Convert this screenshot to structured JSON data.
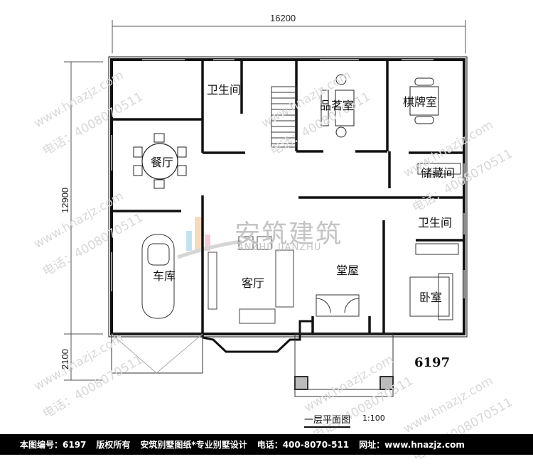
{
  "drawing": {
    "title": "一层平面图",
    "scale": "1:100",
    "plan_number": "6197"
  },
  "dimensions": {
    "total_width": "16200",
    "main_depth": "12900",
    "porch_depth": "2100"
  },
  "rooms": {
    "bathroom_1": "卫生间",
    "tea_room": "品茗室",
    "chess_room": "棋牌室",
    "dining": "餐厅",
    "storage": "储藏间",
    "bathroom_2": "卫生间",
    "garage": "车库",
    "living": "客厅",
    "hall": "堂屋",
    "bedroom": "卧室"
  },
  "logo": {
    "cn": "安筑建筑",
    "en": "ANZHU JIANZHU",
    "colors": {
      "blue": "#a8d8e8",
      "orange": "#f5c9a0",
      "pink": "#f0b8c8",
      "gray": "#c4c4c4"
    }
  },
  "watermark": {
    "url": "www.hnazjz.com",
    "phone": "电话：4008070511"
  },
  "footer": {
    "drawing_no": "本图编号：6197",
    "copyright": "版权所有",
    "slogan": "安筑别墅图纸*专业别墅设计",
    "phone": "电话：400-8070-511",
    "website": "网址：www.hnazjz.com"
  }
}
